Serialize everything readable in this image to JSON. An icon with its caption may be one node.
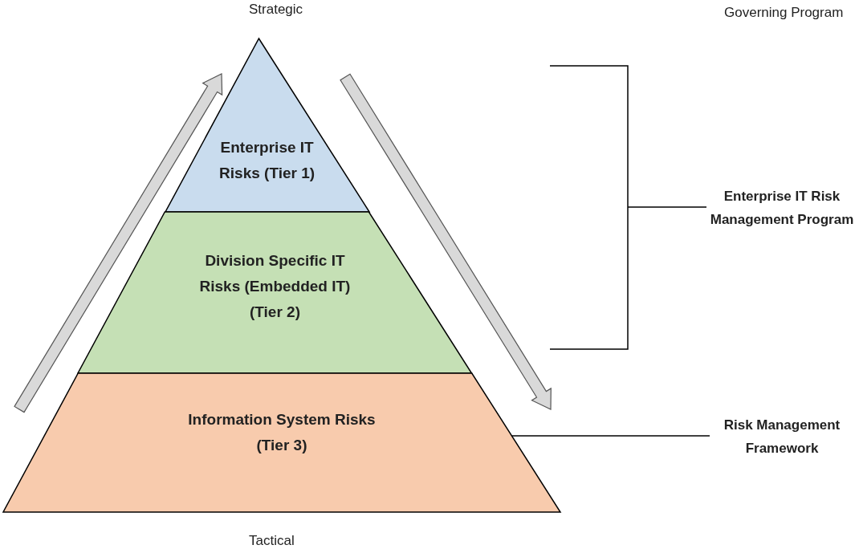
{
  "diagram": {
    "nodes": [
      {
        "text": [
          "Enterprise IT Risks (Tier 1)"
        ]
      },
      {
        "text": [
          "Division Specific IT Risks (Embedded IT) (Tier 2)"
        ]
      },
      {
        "text": [
          "Information System Risks (Tier 3)"
        ]
      },
      {
        "text": [
          "Enterprise IT Risk Management Program"
        ]
      },
      {
        "text": [
          "Risk Management Framework"
        ]
      }
    ],
    "edges": [
      {
        "from": 4,
        "to": 2,
        "arrow": "none"
      }
    ],
    "labels": [
      "Strategic",
      "Governing Program",
      "Tactical"
    ]
  }
}
